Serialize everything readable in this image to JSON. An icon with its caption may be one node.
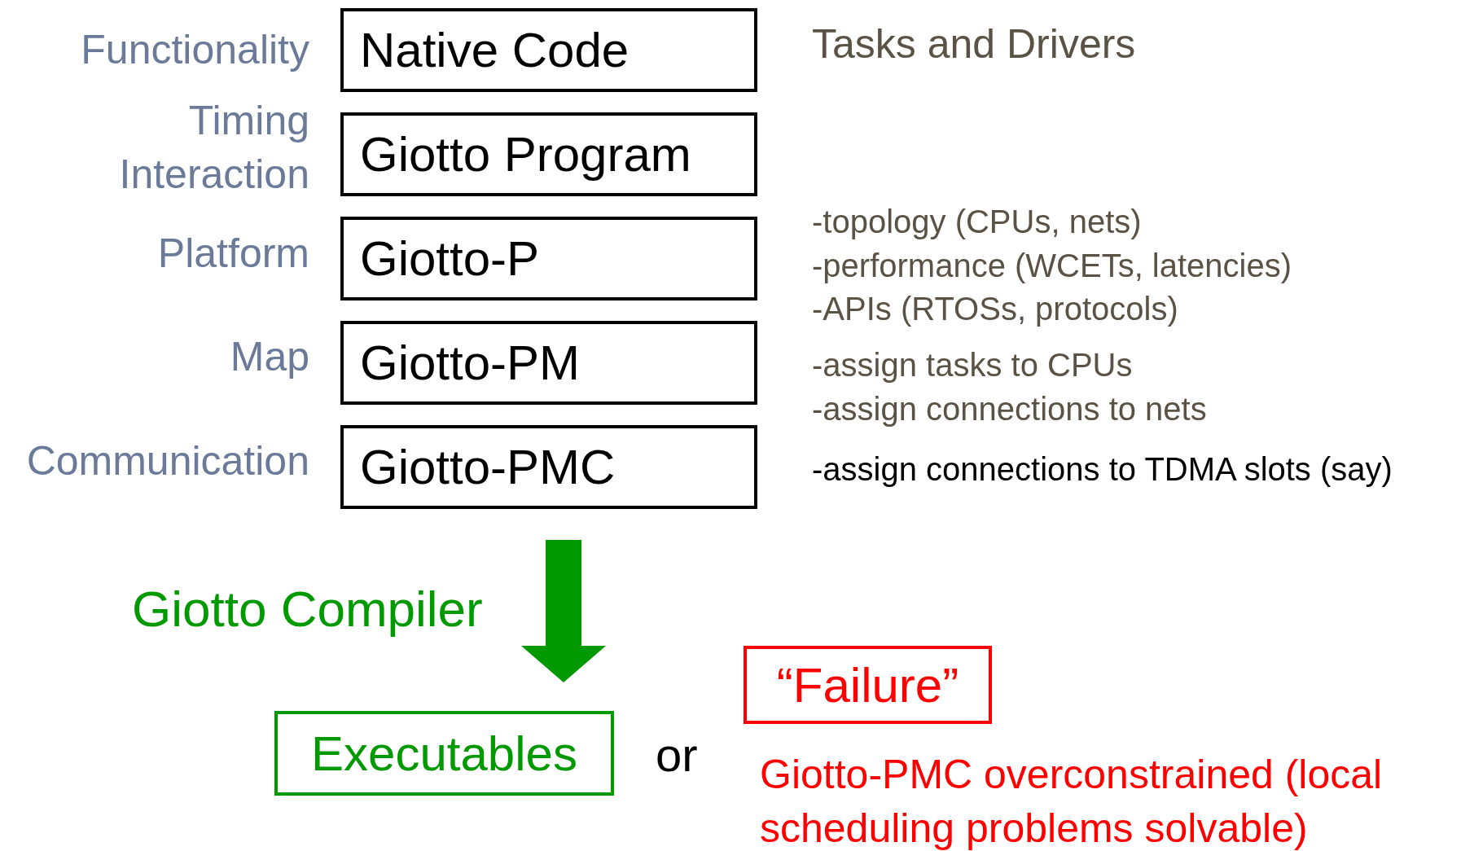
{
  "diagram": {
    "nodes": [
      {
        "text": [
          "Native Code"
        ],
        "beside": [
          "Functionality",
          "Tasks and Drivers"
        ]
      },
      {
        "text": [
          "Giotto Program"
        ],
        "beside": [
          "Timing Interaction"
        ]
      },
      {
        "text": [
          "Giotto-P"
        ],
        "beside": [
          "Platform",
          "-topology (CPUs, nets)",
          "-performance (WCETs, latencies)",
          "-APIs (RTOSs, protocols)"
        ]
      },
      {
        "text": [
          "Giotto-PM"
        ],
        "beside": [
          "Map",
          "-assign tasks to CPUs",
          "-assign connections to nets"
        ]
      },
      {
        "text": [
          "Giotto-PMC"
        ],
        "beside": [
          "Communication",
          "-assign connections to TDMA slots (say)"
        ]
      },
      {
        "text": [
          "Executables"
        ]
      },
      {
        "text": [
          "“Failure”"
        ],
        "beside": [
          "Giotto-PMC overconstrained (local scheduling problems solvable)"
        ]
      }
    ],
    "edges": [
      {
        "from": 4,
        "to": 5,
        "arrow": "to",
        "label": "Giotto Compiler",
        "style": "thick",
        "color": "#009900"
      }
    ],
    "labels": [
      "or"
    ]
  }
}
